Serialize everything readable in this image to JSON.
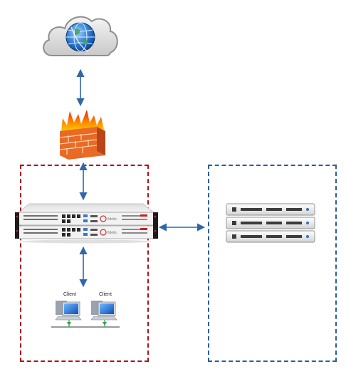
{
  "clients": [
    {
      "label": "Client"
    },
    {
      "label": "Client"
    }
  ],
  "appliance": {
    "brand_text": "fidelis"
  },
  "colors": {
    "left_zone_border": "#b0101a",
    "right_zone_border": "#2a5f9e",
    "arrow": "#2f68a8"
  },
  "icons": {
    "internet": "cloud-globe-icon",
    "firewall": "firewall-icon",
    "appliance": "rack-appliance-icon",
    "servers": "server-stack-icon",
    "client": "client-computer-icon"
  }
}
